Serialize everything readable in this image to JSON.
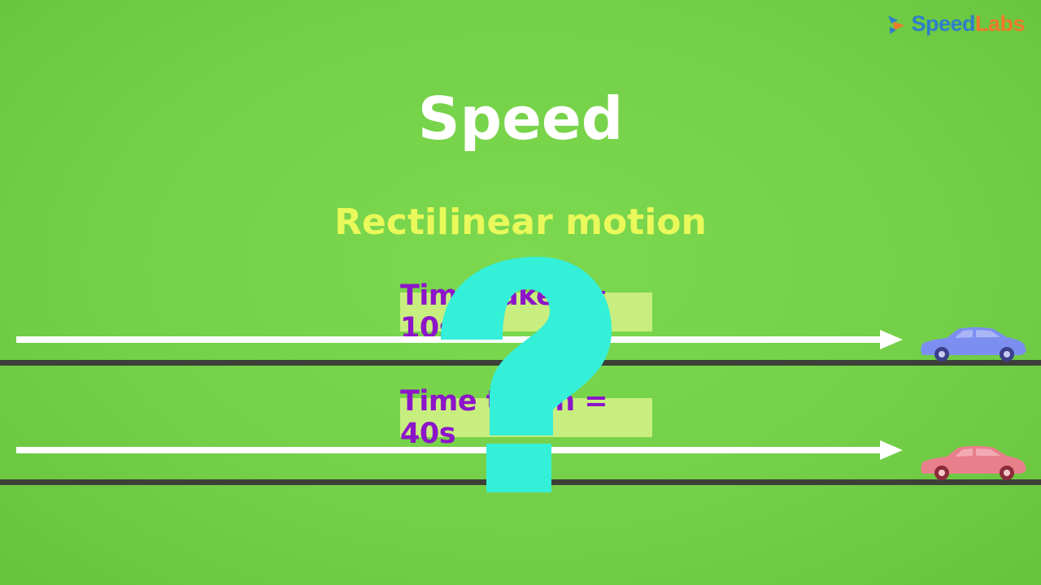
{
  "brand": {
    "name_main": "Speed",
    "name_accent": "Labs",
    "logo_icon": "speedlabs-logo-icon",
    "colors": {
      "primary": "#2e7fc9",
      "accent": "#f0782a"
    }
  },
  "slide": {
    "title": "Speed",
    "subtitle": "Rectilinear motion",
    "tracks": [
      {
        "label": "Time taken = 10s",
        "car_icon": "car-icon",
        "car_color": "#7c8ff0"
      },
      {
        "label": "Time taken = 40s",
        "car_icon": "car-icon",
        "car_color": "#e8808c"
      }
    ],
    "overlay_icon": "question-mark-icon",
    "colors": {
      "background": "#74d048",
      "title": "#ffffff",
      "subtitle": "#e9f85a",
      "label_text": "#8c14c9",
      "label_bg": "#c7ee7e",
      "question_mark": "#35f0d8"
    }
  }
}
